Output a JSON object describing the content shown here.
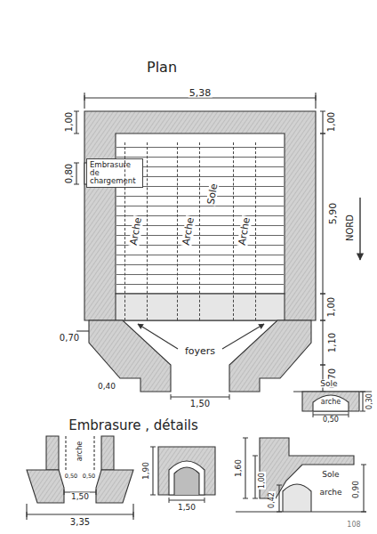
{
  "diagram": {
    "title": "Plan",
    "nodes": [
      {
        "text": [
          "Embrasure de chargement"
        ]
      },
      {
        "text": [
          "Arche"
        ]
      },
      {
        "text": [
          "Arche"
        ]
      },
      {
        "text": [
          "Arche"
        ]
      }
    ],
    "labels": [
      "5,38",
      "1,00",
      "0,80",
      "1,00",
      "5,90",
      "NORD",
      "1,00",
      "Sole",
      "foyers",
      "0,70",
      "0,40",
      "1,10",
      "0,70",
      "1,50",
      "Embrasure , détails",
      "Sole",
      "arche",
      "0,30",
      "0,50",
      "arche",
      "0,50",
      "0,50",
      "1,50",
      "3,35",
      "1,90",
      "1,50",
      "1,60",
      "1,00",
      "0,42",
      "Sole",
      "arche",
      "0,90",
      "108"
    ]
  }
}
